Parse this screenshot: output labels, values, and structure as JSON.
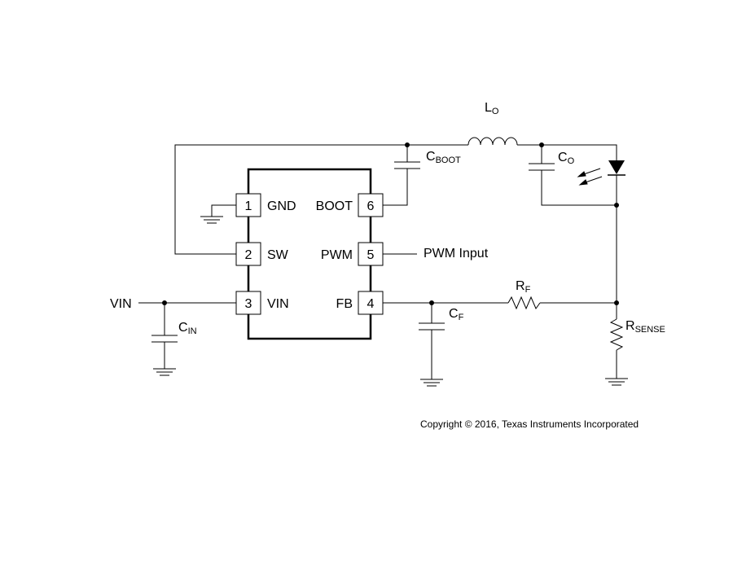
{
  "ic": {
    "pins": [
      {
        "number": "1",
        "name": "GND"
      },
      {
        "number": "2",
        "name": "SW"
      },
      {
        "number": "3",
        "name": "VIN"
      },
      {
        "number": "4",
        "name": "FB"
      },
      {
        "number": "5",
        "name": "PWM"
      },
      {
        "number": "6",
        "name": "BOOT"
      }
    ]
  },
  "nets": {
    "vin": "VIN",
    "pwm_input": "PWM Input"
  },
  "components": {
    "inductor": {
      "main": "L",
      "sub": "O"
    },
    "c_boot": {
      "main": "C",
      "sub": "BOOT"
    },
    "c_out": {
      "main": "C",
      "sub": "O"
    },
    "c_in": {
      "main": "C",
      "sub": "IN"
    },
    "c_f": {
      "main": "C",
      "sub": "F"
    },
    "r_f": {
      "main": "R",
      "sub": "F"
    },
    "r_sense": {
      "main": "R",
      "sub": "SENSE"
    }
  },
  "copyright": "Copyright © 2016, Texas Instruments Incorporated"
}
